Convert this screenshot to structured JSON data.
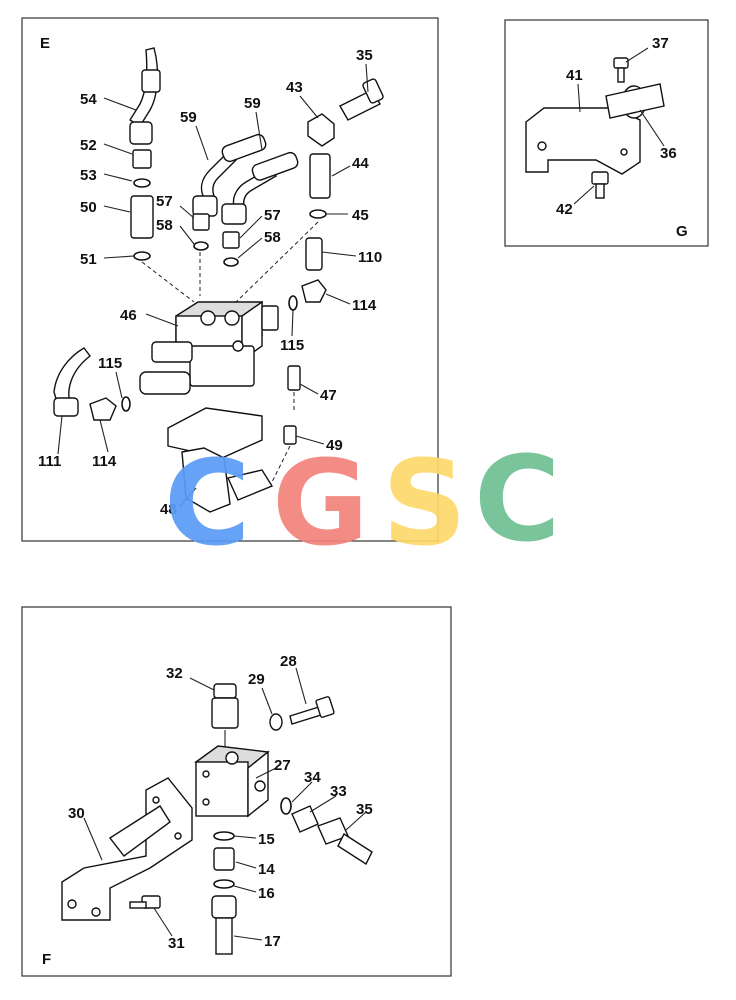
{
  "panels": {
    "e": {
      "letter": "E"
    },
    "g": {
      "letter": "G"
    },
    "f": {
      "letter": "F"
    }
  },
  "callouts": {
    "e": [
      "54",
      "59",
      "59",
      "43",
      "35",
      "52",
      "53",
      "50",
      "57",
      "58",
      "44",
      "45",
      "57",
      "58",
      "110",
      "51",
      "46",
      "114",
      "115",
      "115",
      "47",
      "111",
      "114",
      "49",
      "48"
    ],
    "g": [
      "37",
      "41",
      "36",
      "42"
    ],
    "f": [
      "32",
      "28",
      "29",
      "27",
      "34",
      "33",
      "35",
      "30",
      "15",
      "14",
      "16",
      "31",
      "17"
    ]
  },
  "watermark": {
    "letters": [
      "C",
      "G",
      "S",
      "C"
    ],
    "colors": [
      "#5a9bf5",
      "#f2837b",
      "#fdd96b",
      "#6fbf93"
    ]
  }
}
